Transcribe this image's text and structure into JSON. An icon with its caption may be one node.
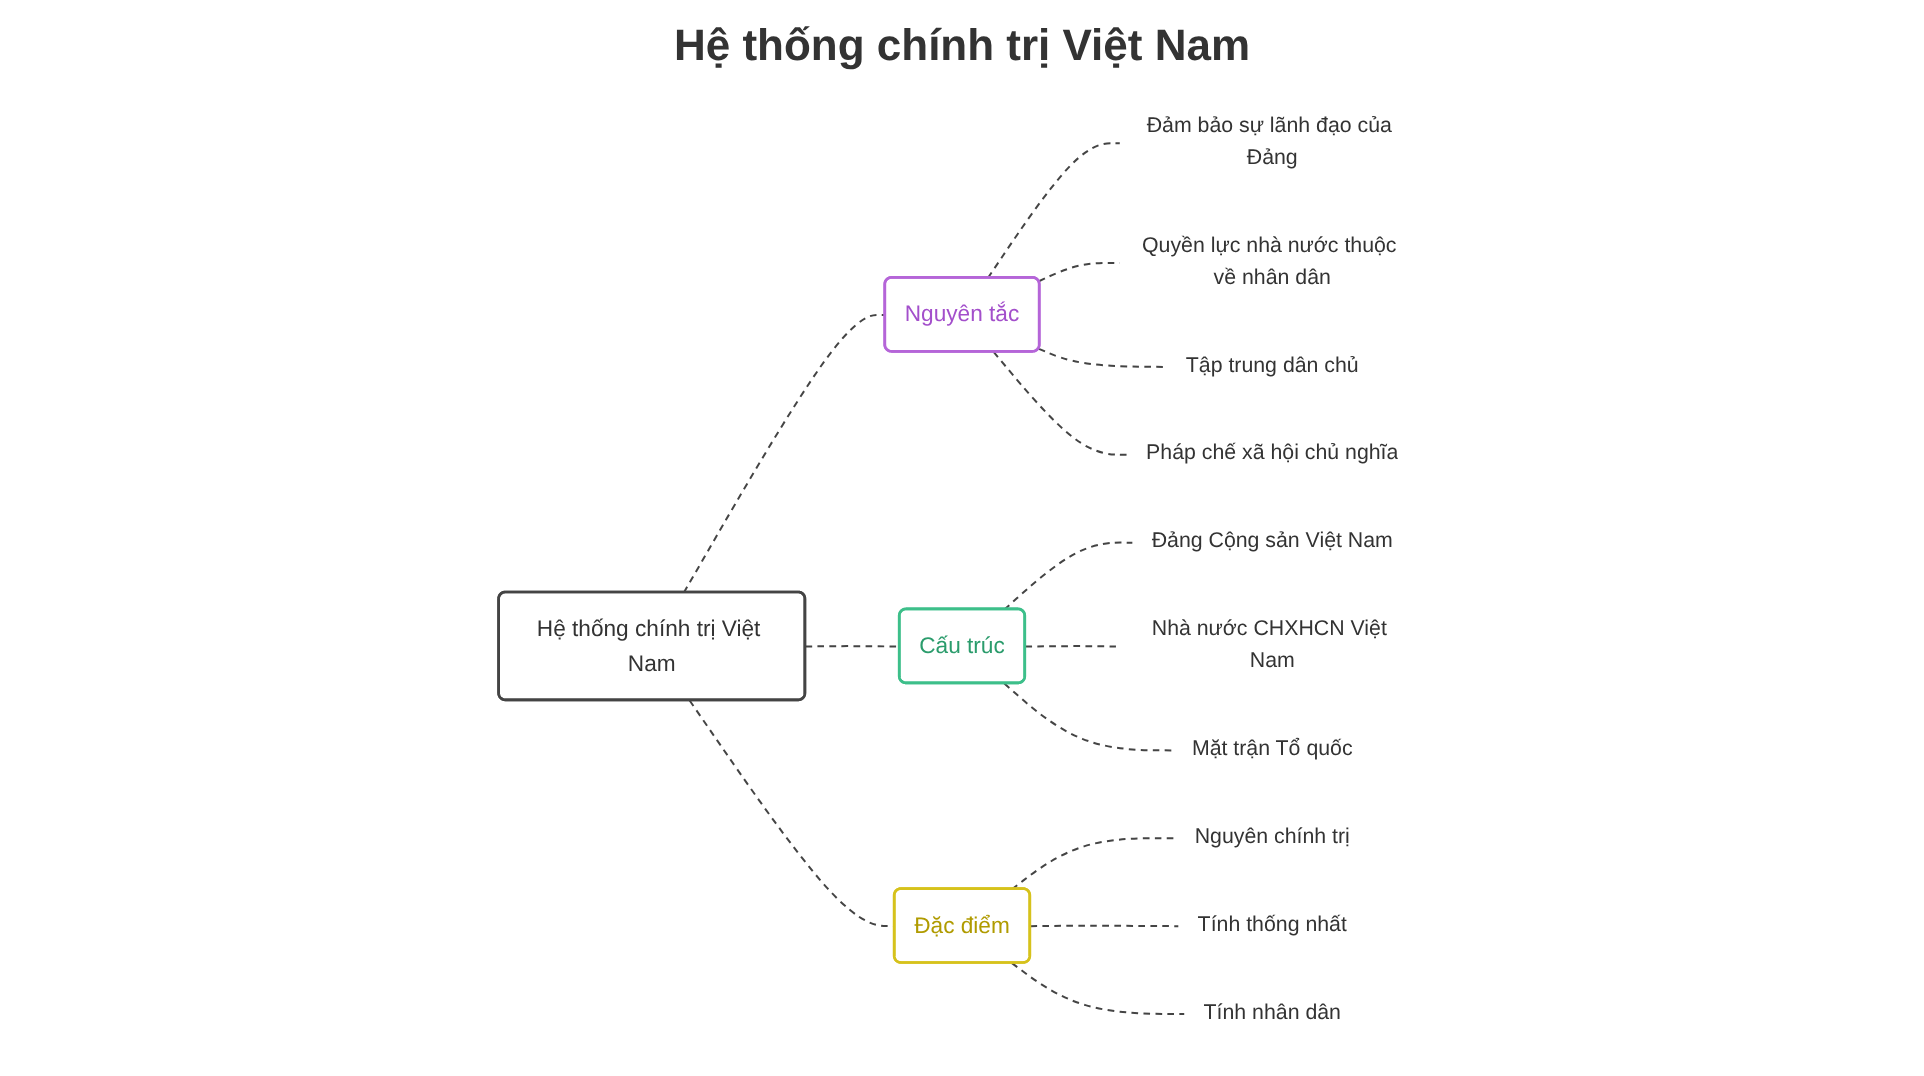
{
  "diagram": {
    "title": "Hệ thống chính trị Việt Nam",
    "nodes": [
      {
        "text": [
          "Hệ thống chính trị Việt Nam"
        ]
      },
      {
        "text": [
          "Nguyên tắc"
        ]
      },
      {
        "text": [
          "Đảm bảo sự lãnh đạo của Đảng"
        ]
      },
      {
        "text": [
          "Quyền lực nhà nước thuộc về nhân dân"
        ]
      },
      {
        "text": [
          "Tập trung dân chủ"
        ]
      },
      {
        "text": [
          "Pháp chế xã hội chủ nghĩa"
        ]
      },
      {
        "text": [
          "Cấu trúc"
        ]
      },
      {
        "text": [
          "Đảng Cộng sản Việt Nam"
        ]
      },
      {
        "text": [
          "Nhà nước CHXHCN Việt Nam"
        ]
      },
      {
        "text": [
          "Mặt trận Tổ quốc"
        ]
      },
      {
        "text": [
          "Đặc điểm"
        ]
      },
      {
        "text": [
          "Nguyên chính trị"
        ]
      },
      {
        "text": [
          "Tính thống nhất"
        ]
      },
      {
        "text": [
          "Tính nhân dân"
        ]
      }
    ],
    "edges": [
      {
        "from": 0,
        "to": 1,
        "arrow": "none",
        "style": "dashed"
      },
      {
        "from": 1,
        "to": 2,
        "arrow": "none",
        "style": "dashed"
      },
      {
        "from": 1,
        "to": 3,
        "arrow": "none",
        "style": "dashed"
      },
      {
        "from": 1,
        "to": 4,
        "arrow": "none",
        "style": "dashed"
      },
      {
        "from": 1,
        "to": 5,
        "arrow": "none",
        "style": "dashed"
      },
      {
        "from": 0,
        "to": 6,
        "arrow": "none",
        "style": "dashed"
      },
      {
        "from": 6,
        "to": 7,
        "arrow": "none",
        "style": "dashed"
      },
      {
        "from": 6,
        "to": 8,
        "arrow": "none",
        "style": "dashed"
      },
      {
        "from": 6,
        "to": 9,
        "arrow": "none",
        "style": "dashed"
      },
      {
        "from": 0,
        "to": 10,
        "arrow": "none",
        "style": "dashed"
      },
      {
        "from": 10,
        "to": 11,
        "arrow": "none",
        "style": "dashed"
      },
      {
        "from": 10,
        "to": 12,
        "arrow": "none",
        "style": "dashed"
      },
      {
        "from": 10,
        "to": 13,
        "arrow": "none",
        "style": "dashed"
      }
    ]
  }
}
